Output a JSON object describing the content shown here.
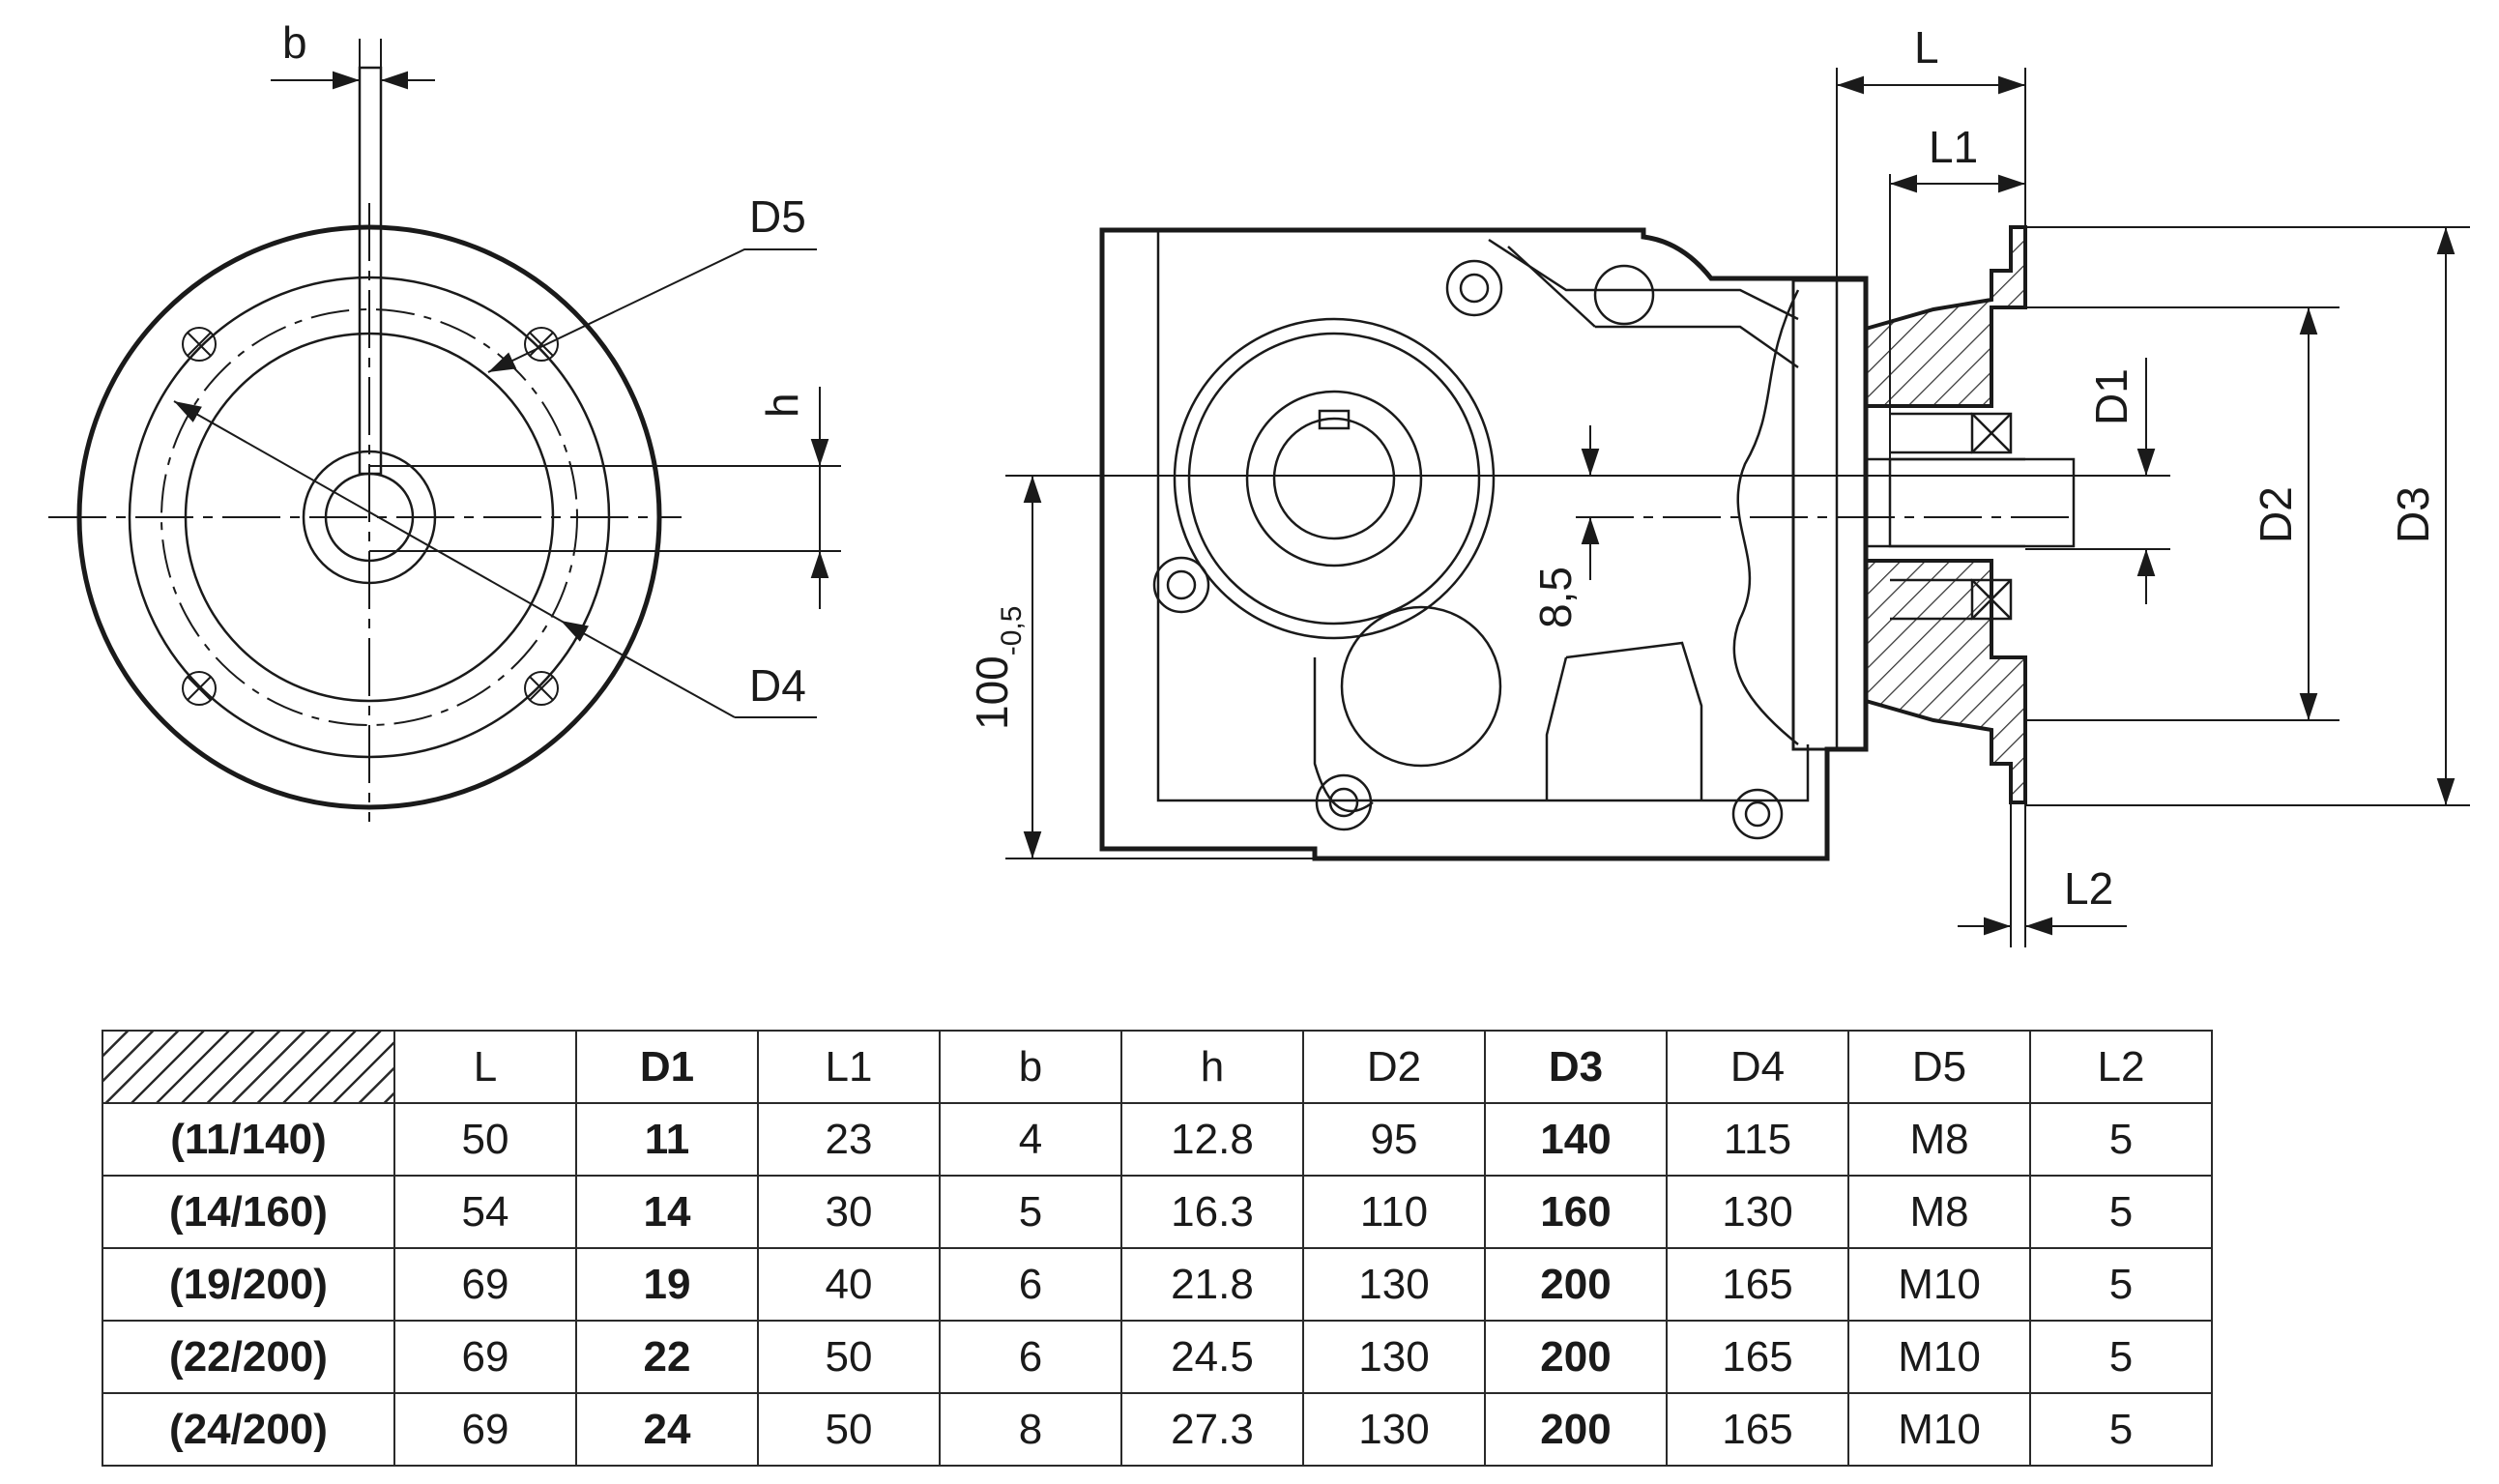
{
  "drawing": {
    "labels": {
      "b": "b",
      "d5": "D5",
      "h": "h",
      "d4": "D4",
      "l": "L",
      "l1": "L1",
      "l2": "L2",
      "d1": "D1",
      "d2": "D2",
      "d3": "D3",
      "offset": "8,5",
      "height_base": "100",
      "height_tol": "-0,5"
    }
  },
  "table": {
    "headers": [
      "L",
      "D1",
      "L1",
      "b",
      "h",
      "D2",
      "D3",
      "D4",
      "D5",
      "L2"
    ],
    "bold_columns": [
      "D1",
      "D3"
    ],
    "rows": [
      {
        "label": "(11/140)",
        "cells": [
          "50",
          "11",
          "23",
          "4",
          "12.8",
          "95",
          "140",
          "115",
          "M8",
          "5"
        ]
      },
      {
        "label": "(14/160)",
        "cells": [
          "54",
          "14",
          "30",
          "5",
          "16.3",
          "110",
          "160",
          "130",
          "M8",
          "5"
        ]
      },
      {
        "label": "(19/200)",
        "cells": [
          "69",
          "19",
          "40",
          "6",
          "21.8",
          "130",
          "200",
          "165",
          "M10",
          "5"
        ]
      },
      {
        "label": "(22/200)",
        "cells": [
          "69",
          "22",
          "50",
          "6",
          "24.5",
          "130",
          "200",
          "165",
          "M10",
          "5"
        ]
      },
      {
        "label": "(24/200)",
        "cells": [
          "69",
          "24",
          "50",
          "8",
          "27.3",
          "130",
          "200",
          "165",
          "M10",
          "5"
        ]
      }
    ]
  }
}
